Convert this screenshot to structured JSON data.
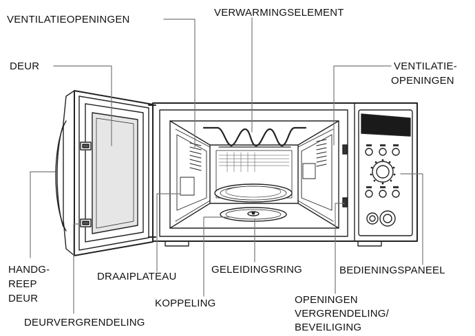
{
  "labels": {
    "ventilation_left": "VENTILATIEOPENINGEN",
    "heating_element": "VERWARMINGSELEMENT",
    "door": "DEUR",
    "ventilation_right_line1": "VENTILATIE-",
    "ventilation_right_line2": "OPENINGEN",
    "handle_line1": "HANDG-",
    "handle_line2": "REEP",
    "handle_line3": "DEUR",
    "turntable": "DRAAIPLATEAU",
    "guide_ring": "GELEIDINGSRING",
    "control_panel": "BEDIENINGSPANEEL",
    "coupling": "KOPPELING",
    "lock_openings_line1": "OPENINGEN",
    "lock_openings_line2": "VERGRENDELING/",
    "lock_openings_line3": "BEVEILIGING",
    "door_lock": "DEURVERGRENDELING"
  },
  "colors": {
    "line": "#222222",
    "panel_dark": "#1a1a1a",
    "glass": "#e6e6e6",
    "background": "#ffffff"
  }
}
